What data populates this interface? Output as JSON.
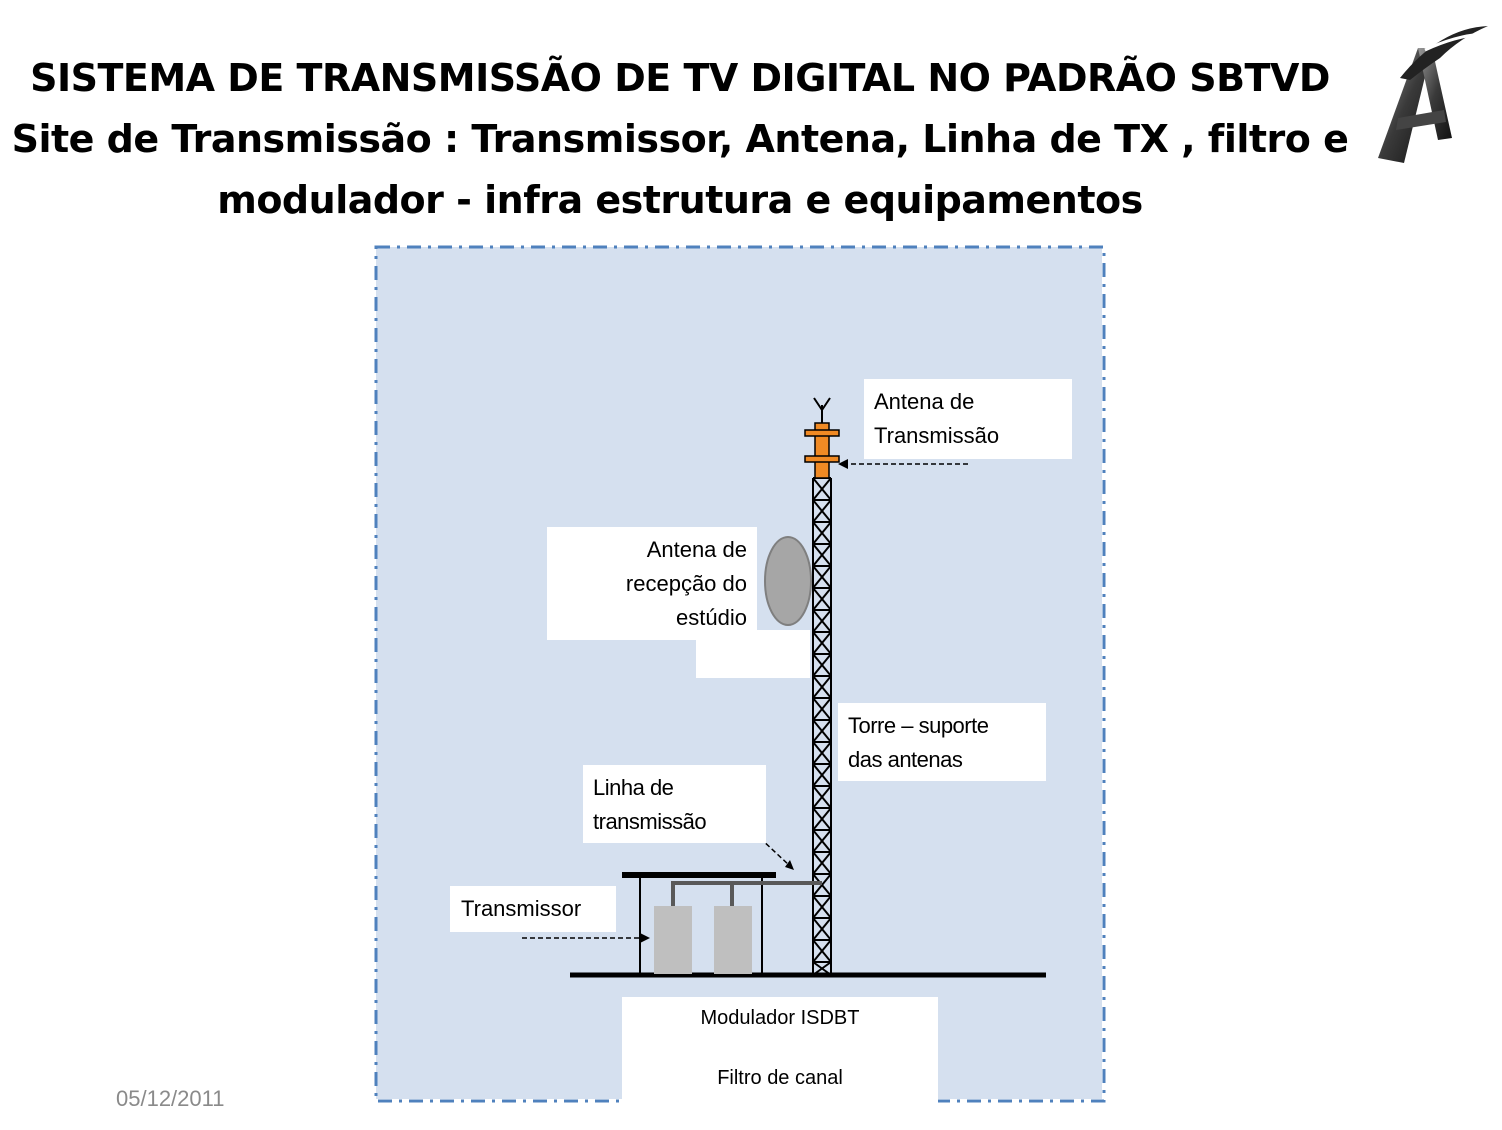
{
  "title": {
    "line1": "SISTEMA DE TRANSMISSÃO DE TV DIGITAL NO PADRÃO SBTVD",
    "line2": "Site de Transmissão : Transmissor, Antena, Linha de TX , filtro e",
    "line3": "modulador  - infra estrutura e equipamentos"
  },
  "labels": {
    "tx_antenna": [
      "Antena  de",
      "Transmissão"
    ],
    "rx_antenna": [
      "Antena de",
      "recepção do",
      "estúdio"
    ],
    "tower": [
      "Torre – suporte",
      "das antenas"
    ],
    "line": [
      "Linha de",
      "transmissão"
    ],
    "transmitter": "Transmissor"
  },
  "modulator": {
    "line1": "Modulador ISDBT",
    "line2": "Filtro de canal"
  },
  "footer": {
    "date": "05/12/2011"
  },
  "colors": {
    "panel": "#d5e0ef",
    "border": "#4f81bd",
    "antenna": "#f08a24",
    "equipment": "#bfbfbf",
    "dish": "#a6a6a6"
  },
  "logo": {
    "icon": "tower-logo-icon"
  }
}
